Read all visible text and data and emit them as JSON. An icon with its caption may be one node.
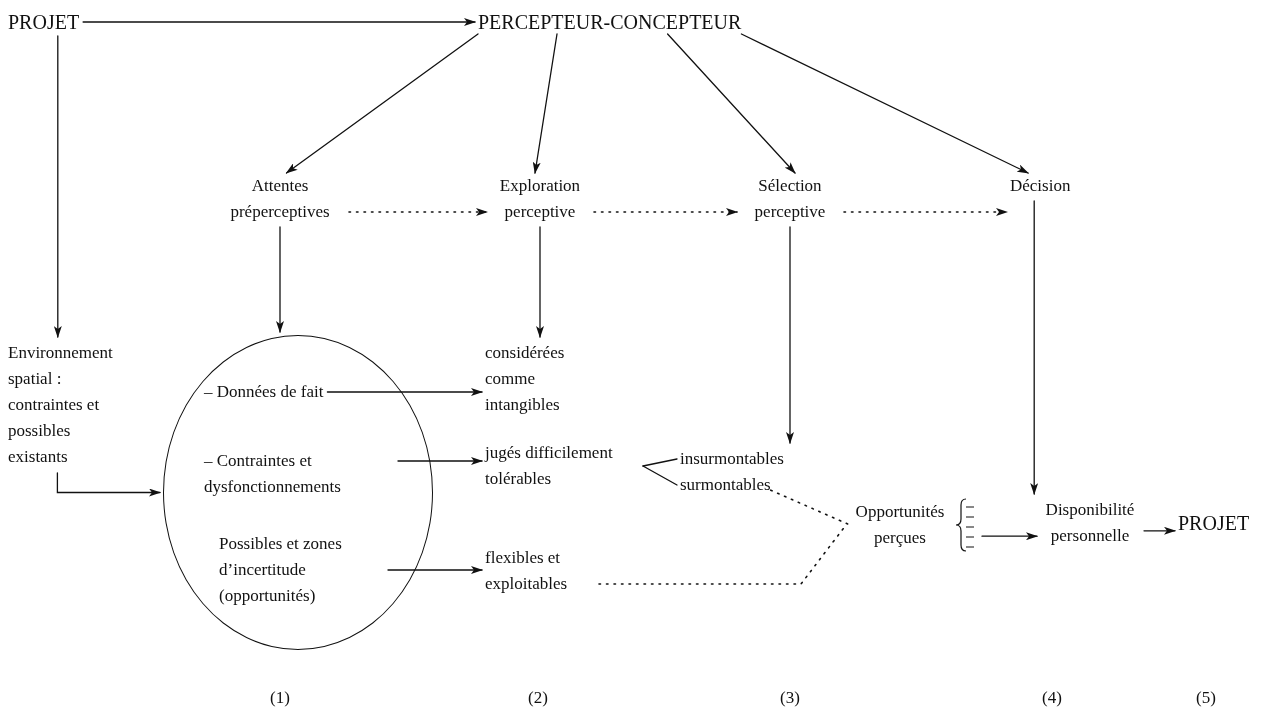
{
  "diagram": {
    "nodes": [
      {
        "text": [
          "PROJET"
        ]
      },
      {
        "text": [
          "PERCEPTEUR-CONCEPTEUR"
        ]
      },
      {
        "text": [
          "Attentes préperceptives"
        ]
      },
      {
        "text": [
          "Exploration perceptive"
        ]
      },
      {
        "text": [
          "Sélection perceptive"
        ]
      },
      {
        "text": [
          "Décision"
        ]
      },
      {
        "text": [
          "Environnement spatial : contraintes et possibles existants"
        ]
      },
      {
        "text": [],
        "shape": "ellipse"
      },
      {
        "text": [
          "– Données de fait"
        ],
        "in": 7
      },
      {
        "text": [
          "– Contraintes et dysfonctionnements"
        ],
        "in": 7
      },
      {
        "text": [
          "Possibles et zones d’incertitude (opportunités)"
        ],
        "in": 7
      },
      {
        "text": [
          "considérées comme intangibles"
        ]
      },
      {
        "text": [
          "jugés difficilement tolérables"
        ]
      },
      {
        "text": [
          "insurmontables"
        ]
      },
      {
        "text": [
          "surmontables"
        ]
      },
      {
        "text": [
          "flexibles et exploitables"
        ]
      },
      {
        "text": [
          "Opportunités perçues"
        ]
      },
      {
        "text": [
          "Disponibilité personnelle"
        ]
      },
      {
        "text": [
          "PROJET"
        ]
      }
    ],
    "edges": [
      {
        "from": 0,
        "to": 1,
        "arrow": "to"
      },
      {
        "from": 0,
        "to": 6,
        "arrow": "to"
      },
      {
        "from": 1,
        "to": 2,
        "arrow": "to"
      },
      {
        "from": 1,
        "to": 3,
        "arrow": "to"
      },
      {
        "from": 1,
        "to": 4,
        "arrow": "to"
      },
      {
        "from": 1,
        "to": 5,
        "arrow": "to"
      },
      {
        "from": 2,
        "to": 3,
        "arrow": "to",
        "style": "dashed"
      },
      {
        "from": 3,
        "to": 4,
        "arrow": "to",
        "style": "dashed"
      },
      {
        "from": 4,
        "to": 5,
        "arrow": "to",
        "style": "dashed"
      },
      {
        "from": 2,
        "to": 7,
        "arrow": "to"
      },
      {
        "from": 3,
        "to": 11,
        "arrow": "to"
      },
      {
        "from": 4,
        "to": 13,
        "arrow": "to"
      },
      {
        "from": 5,
        "to": 17,
        "arrow": "to"
      },
      {
        "from": 6,
        "to": 7,
        "arrow": "to"
      },
      {
        "from": 8,
        "to": 11,
        "arrow": "to"
      },
      {
        "from": 9,
        "to": 12,
        "arrow": "to"
      },
      {
        "from": 10,
        "to": 15,
        "arrow": "to"
      },
      {
        "from": 12,
        "to": 13,
        "arrow": "none"
      },
      {
        "from": 12,
        "to": 14,
        "arrow": "none"
      },
      {
        "from": 14,
        "to": 16,
        "arrow": "none",
        "style": "dashed"
      },
      {
        "from": 15,
        "to": 16,
        "arrow": "none",
        "style": "dashed"
      },
      {
        "from": 16,
        "to": 17,
        "arrow": "to"
      },
      {
        "from": 17,
        "to": 18,
        "arrow": "to"
      }
    ],
    "labels": [
      "(1)",
      "(2)",
      "(3)",
      "(4)",
      "(5)"
    ]
  }
}
